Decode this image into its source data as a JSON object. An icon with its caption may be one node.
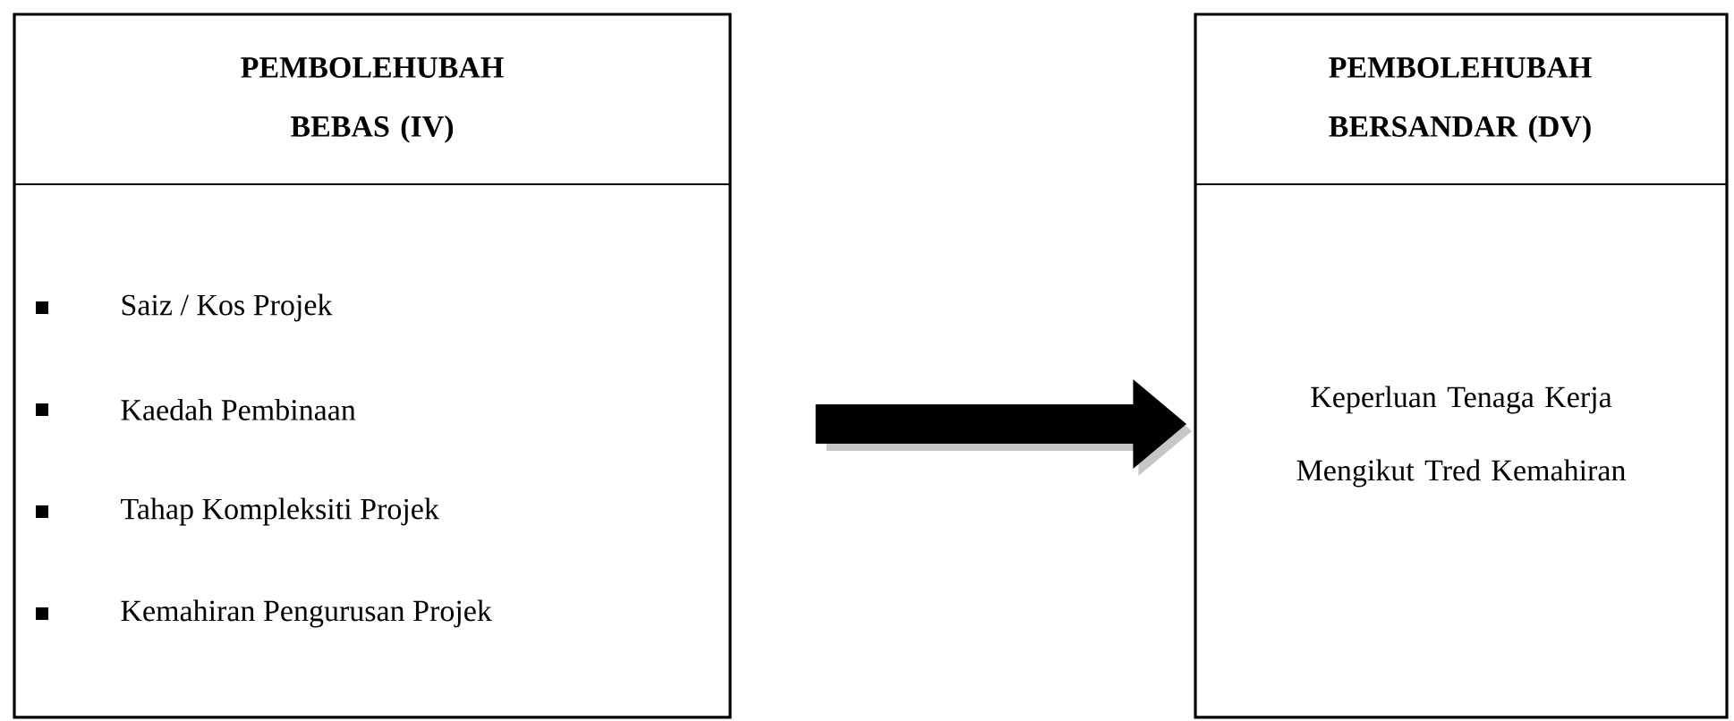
{
  "diagram": {
    "nodes": [
      {
        "text": [
          "PEMBOLEHUBAH BEBAS (IV)",
          "Saiz / Kos Projek",
          "Kaedah Pembinaan",
          "Tahap Kompleksiti Projek",
          "Kemahiran Pengurusan Projek"
        ]
      },
      {
        "text": [
          "PEMBOLEHUBAH BERSANDAR (DV)",
          "Keperluan Tenaga Kerja Mengikut Tred Kemahiran"
        ]
      }
    ],
    "edges": [
      {
        "from": 0,
        "to": 1,
        "arrow": "to"
      }
    ]
  }
}
